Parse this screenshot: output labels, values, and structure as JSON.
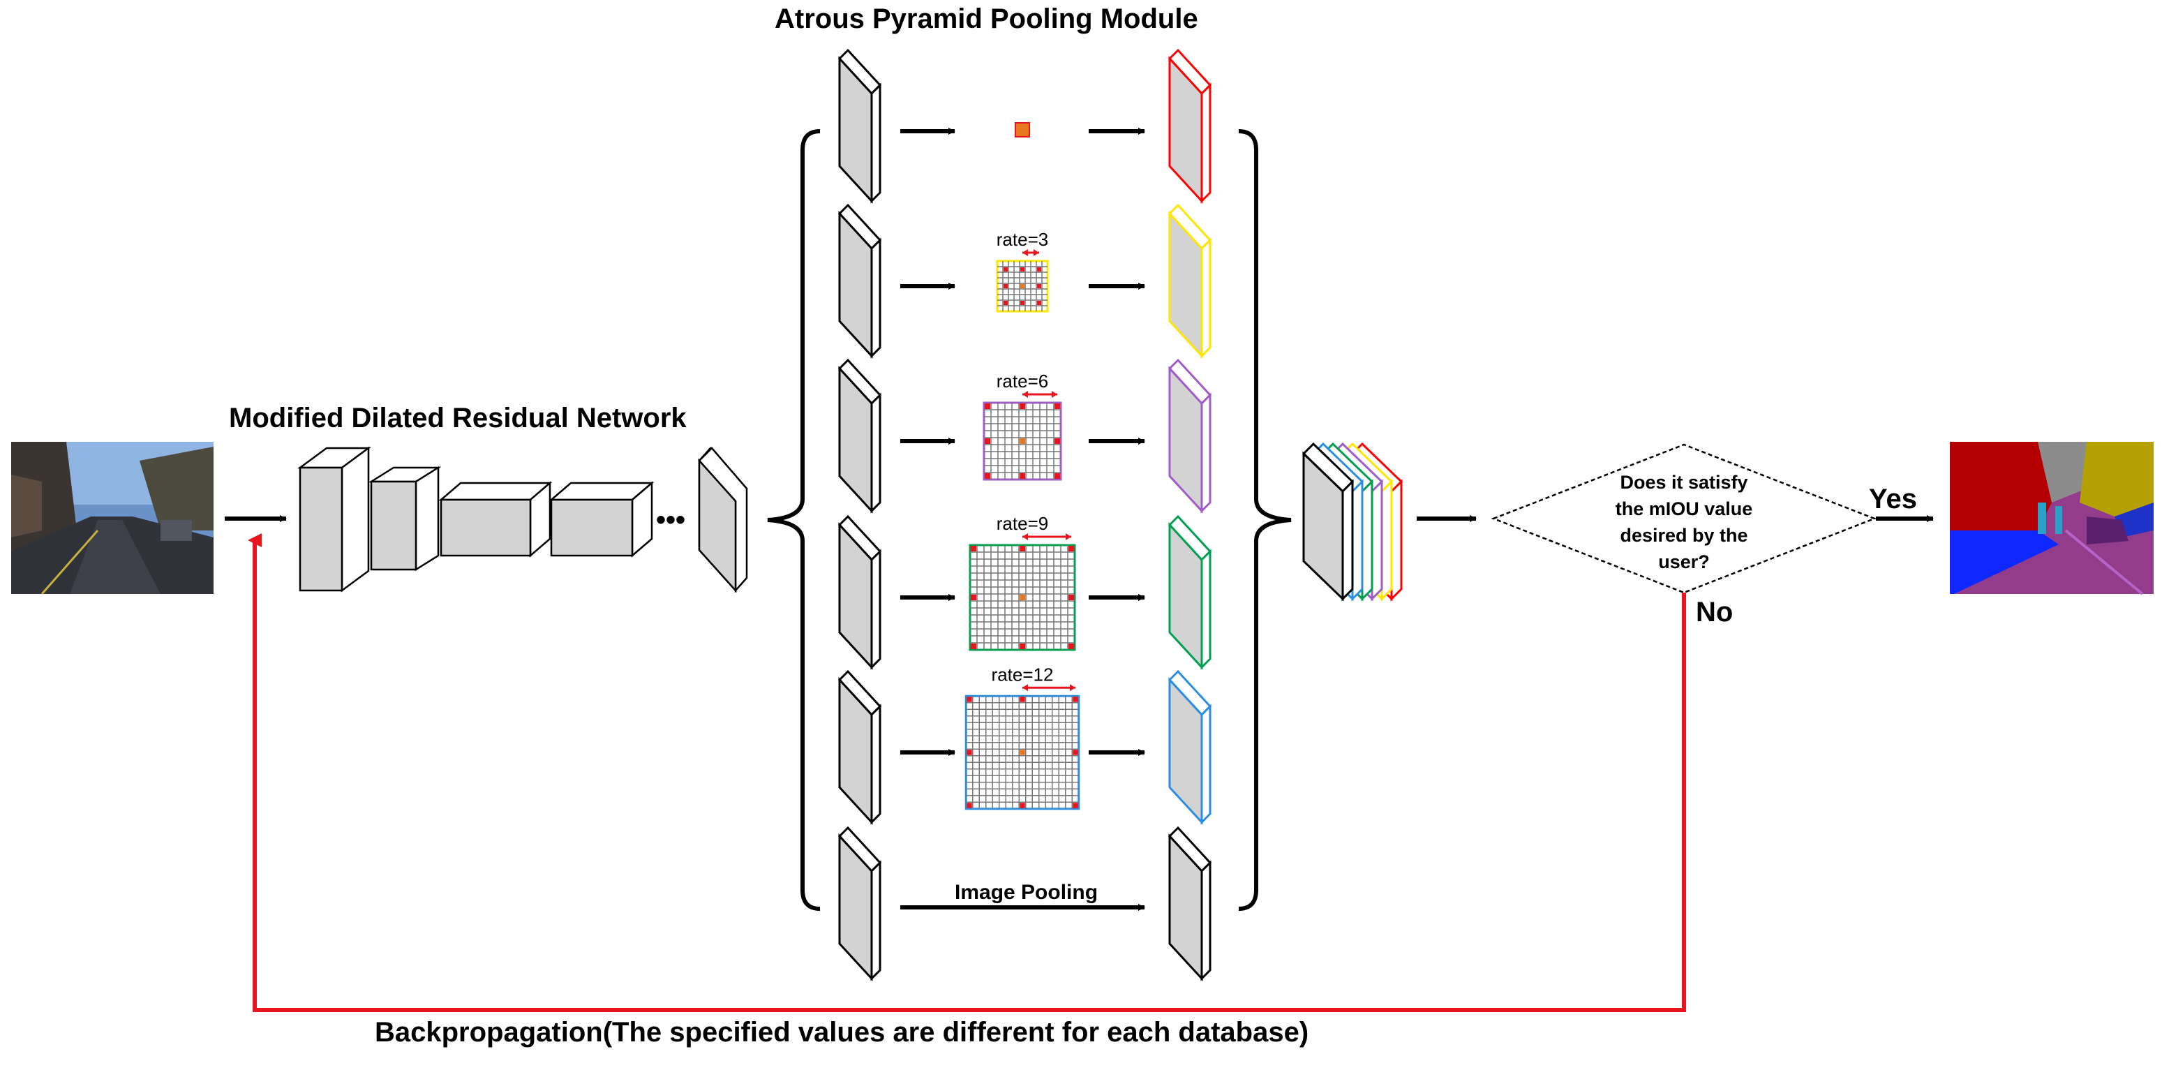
{
  "labels": {
    "module_title": "Atrous Pyramid Pooling Module",
    "network_title": "Modified Dilated Residual Network",
    "rate_3": "rate=3",
    "rate_6": "rate=6",
    "rate_9": "rate=9",
    "rate_12": "rate=12",
    "image_pooling": "Image Pooling",
    "decision_line1": "Does it satisfy",
    "decision_line2": "the mIOU value",
    "decision_line3": "desired by the",
    "decision_line4": "user?",
    "yes": "Yes",
    "no": "No",
    "backprop": "Backpropagation(The specified values are different for each database)",
    "ellipsis": "•••"
  },
  "branch_colors": {
    "conv1x1": "#ff0000",
    "rate3": "#ffe600",
    "rate6": "#a05cc8",
    "rate9": "#00a050",
    "rate12": "#2c8ee0",
    "pooling": "#000000"
  },
  "accent": {
    "dot_red": "#e8141e",
    "dot_orange": "#e8781e",
    "feedback": "#e8141e"
  },
  "icons": [
    "input-street-photo",
    "segmentation-output-map"
  ]
}
